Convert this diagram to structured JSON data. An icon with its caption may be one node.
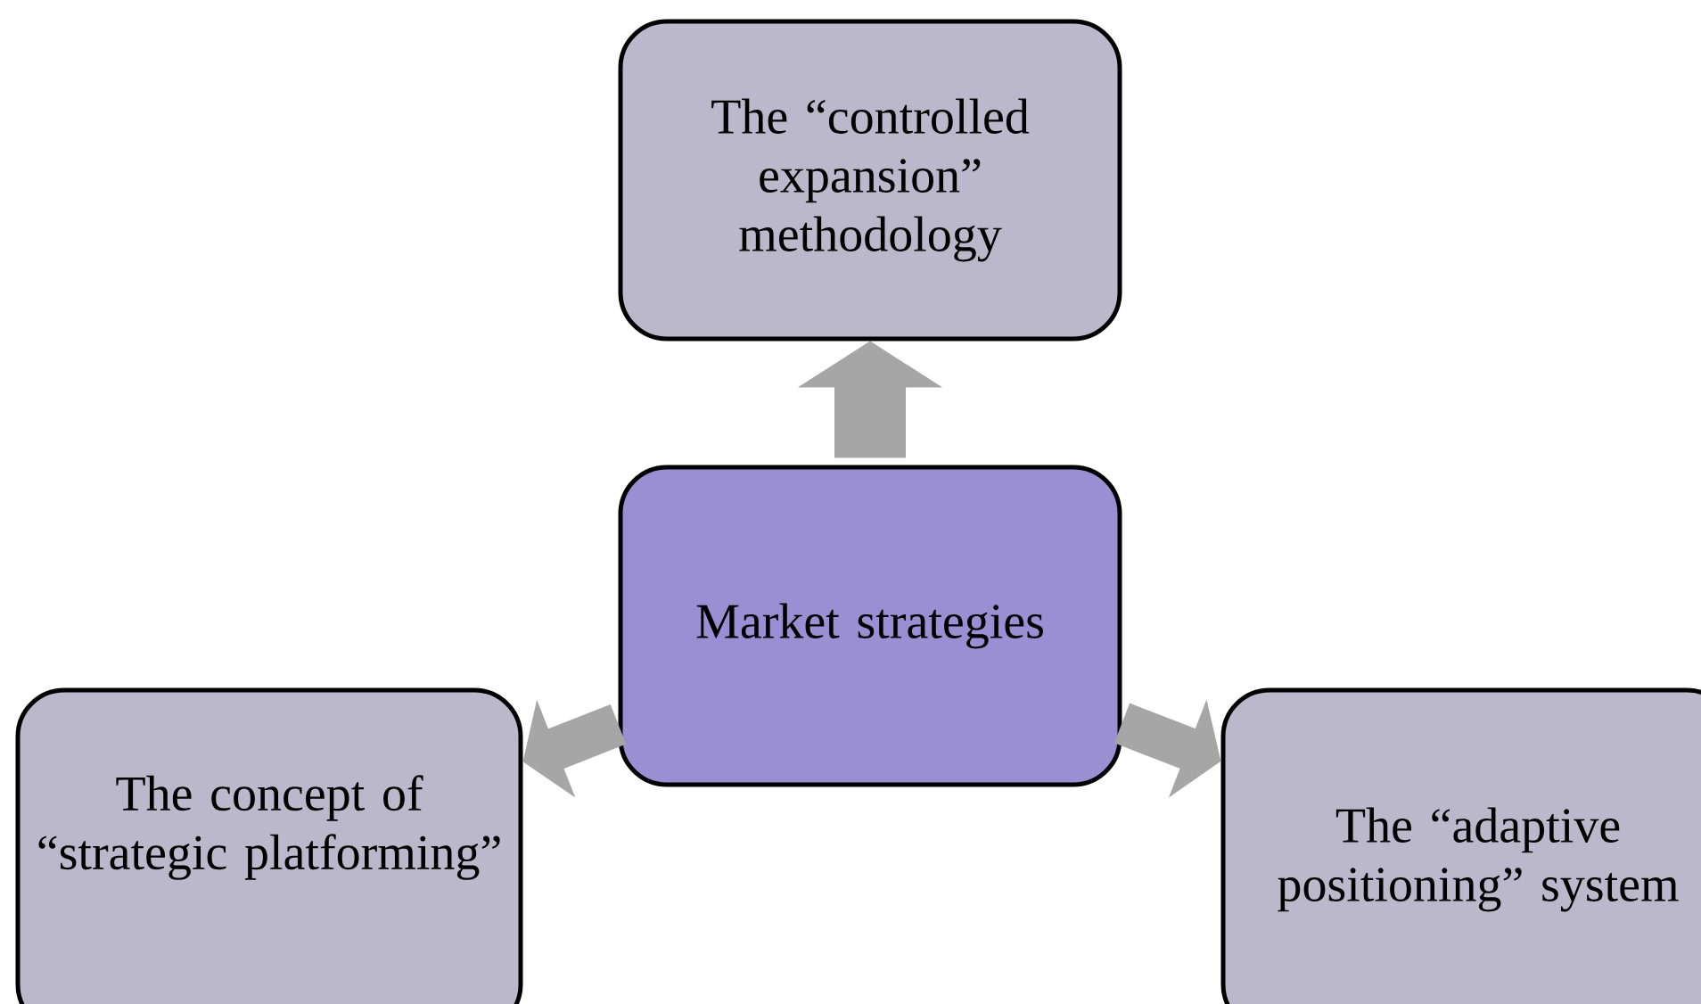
{
  "diagram": {
    "nodes": [
      {
        "text": [
          "Market strategies"
        ]
      },
      {
        "text": [
          "The “controlled expansion” methodology"
        ]
      },
      {
        "text": [
          "The concept of “strategic platforming”"
        ]
      },
      {
        "text": [
          "The “adaptive positioning” system"
        ]
      }
    ],
    "edges": [
      {
        "from": 0,
        "to": 1,
        "arrow": "to"
      },
      {
        "from": 0,
        "to": 2,
        "arrow": "to"
      },
      {
        "from": 0,
        "to": 3,
        "arrow": "to"
      }
    ]
  }
}
